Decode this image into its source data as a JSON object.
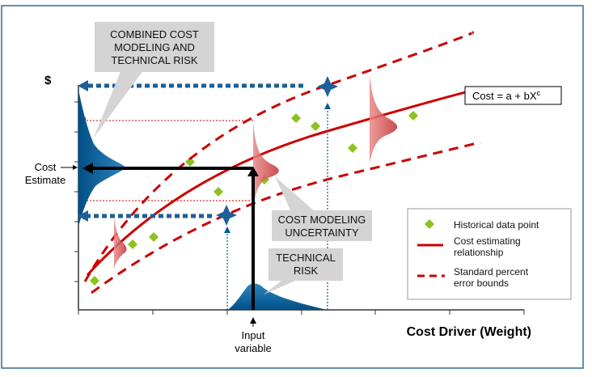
{
  "y_axis_label": "$",
  "x_axis_label": "Cost Driver (Weight)",
  "formula": {
    "prefix": "Cost = a + bX",
    "exponent": "c"
  },
  "left_labels": {
    "cost_estimate_line1": "Cost",
    "cost_estimate_line2": "Estimate"
  },
  "input_variable": {
    "line1": "Input",
    "line2": "variable"
  },
  "callouts": {
    "combined": [
      "COMBINED COST",
      "MODELING AND",
      "TECHNICAL RISK"
    ],
    "cost_modeling": [
      "COST MODELING",
      "UNCERTAINTY"
    ],
    "technical": [
      "TECHNICAL",
      "RISK"
    ]
  },
  "legend": {
    "historical": "Historical data point",
    "cer_line1": "Cost estimating",
    "cer_line2": "relationship",
    "bounds_line1": "Standard percent",
    "bounds_line2": "error bounds"
  },
  "colors": {
    "cer_red": "#cc0000",
    "risk_blue": "#005a96",
    "data_point_green": "#8dc21f",
    "callout_gray": "#d4d4d4",
    "frame_blue": "#2d6a9a"
  }
}
